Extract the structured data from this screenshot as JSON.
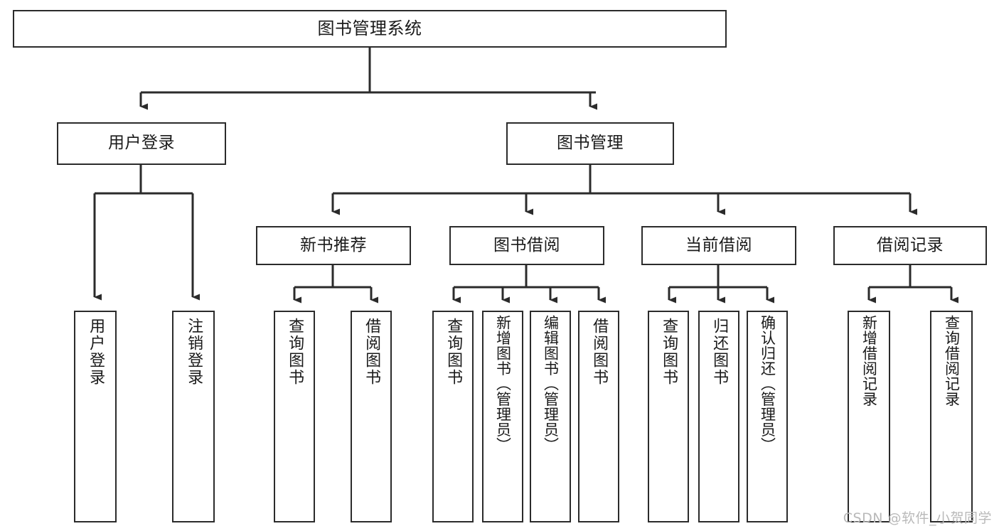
{
  "diagram": {
    "title": "图书管理系统",
    "type": "tree-hierarchy-diagram",
    "colors": {
      "box_border": "#2b2b2b",
      "box_fill": "#ffffff",
      "connector": "#2b2b2b",
      "background": "#ffffff",
      "watermark": "#b9b9b9"
    },
    "root": {
      "label": "图书管理系统"
    },
    "level1": [
      {
        "label": "用户登录"
      },
      {
        "label": "图书管理"
      }
    ],
    "level2": [
      {
        "label": "新书推荐"
      },
      {
        "label": "图书借阅"
      },
      {
        "label": "当前借阅"
      },
      {
        "label": "借阅记录"
      }
    ],
    "leaves": {
      "user_login": [
        {
          "label": "用户登录"
        },
        {
          "label": "注销登录"
        }
      ],
      "new_book_recommend": [
        {
          "label": "查询图书"
        },
        {
          "label": "借阅图书"
        }
      ],
      "book_borrow": [
        {
          "label": "查询图书"
        },
        {
          "label": "新增图书（管理员）"
        },
        {
          "label": "编辑图书（管理员）"
        },
        {
          "label": "借阅图书"
        }
      ],
      "current_borrow": [
        {
          "label": "查询图书"
        },
        {
          "label": "归还图书"
        },
        {
          "label": "确认归还（管理员）"
        }
      ],
      "borrow_record": [
        {
          "label": "新增借阅记录"
        },
        {
          "label": "查询借阅记录"
        }
      ]
    },
    "watermark": "CSDN @软件_小贺同学"
  }
}
